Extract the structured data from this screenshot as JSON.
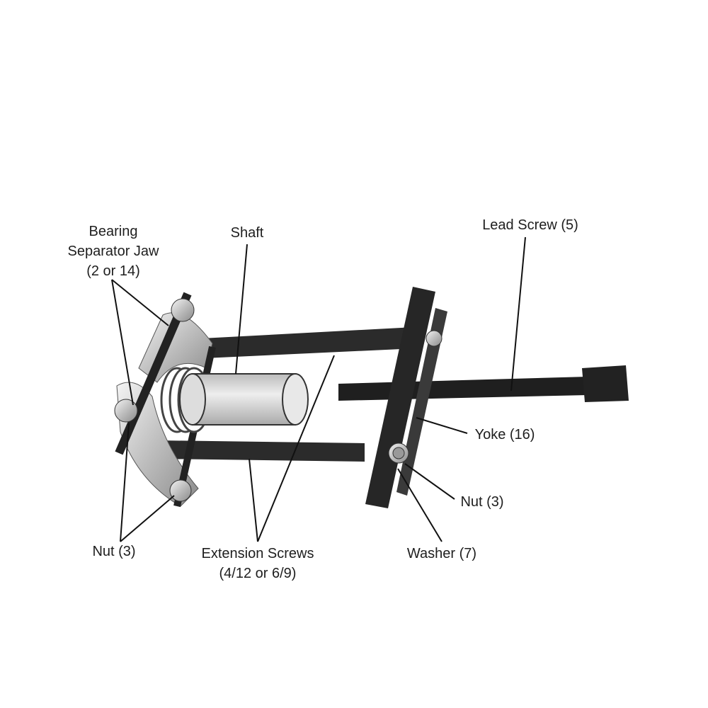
{
  "labels": {
    "bearing_separator_jaw": [
      "Bearing",
      "Separator Jaw",
      "(2 or 14)"
    ],
    "shaft": "Shaft",
    "lead_screw": "Lead Screw (5)",
    "yoke": "Yoke (16)",
    "nut_right": "Nut (3)",
    "washer": "Washer (7)",
    "nut_left": "Nut (3)",
    "extension_screws": [
      "Extension Screws",
      "(4/12 or 6/9)"
    ]
  }
}
